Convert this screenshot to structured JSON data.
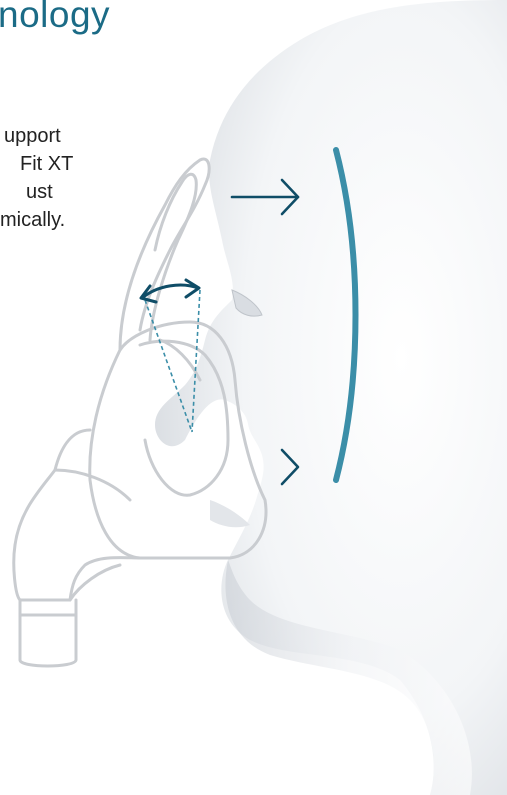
{
  "heading": {
    "text": "nology"
  },
  "description": {
    "lines": [
      "upport",
      "Fit XT",
      "ust",
      "mically."
    ]
  },
  "colors": {
    "heading": "#1b6b86",
    "accent_bar": "#3b8ea8",
    "arrow": "#0f4d67",
    "mask_outline": "#c9ccd0",
    "dashed_line": "#3b8ea8"
  },
  "icons": {
    "right_arrow_top": "arrow-right-icon",
    "right_arrow_bottom": "arrow-right-icon",
    "curved_double_arrow": "curved-double-arrow-icon"
  }
}
